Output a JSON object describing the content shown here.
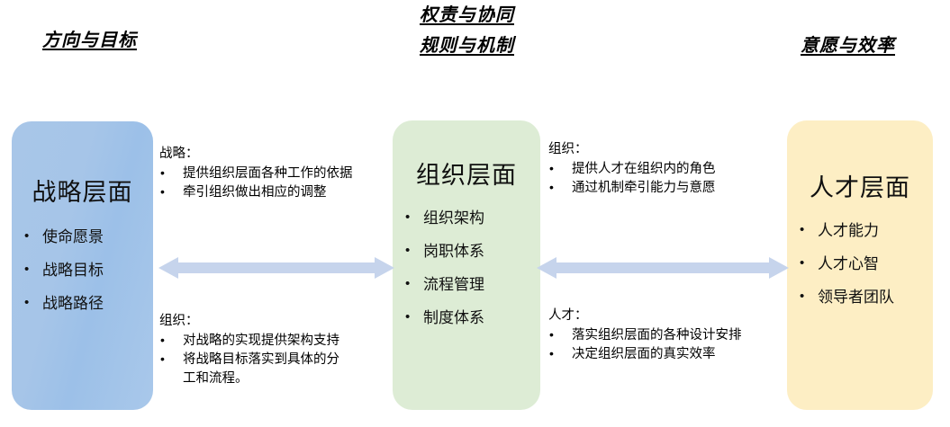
{
  "headers": {
    "left": "方向与目标",
    "middle": [
      "权责与协同",
      "规则与机制"
    ],
    "right": "意愿与效率"
  },
  "pillars": {
    "strategy": {
      "title": "战略层面",
      "color": "#a8c6e8",
      "items": [
        "使命愿景",
        "战略目标",
        "战略路径"
      ]
    },
    "organization": {
      "title": "组织层面",
      "color": "#ddecd5",
      "items": [
        "组织架构",
        "岗职体系",
        "流程管理",
        "制度体系"
      ]
    },
    "talent": {
      "title": "人才层面",
      "color": "#fdeec4",
      "items": [
        "人才能力",
        "人才心智",
        "领导者团队"
      ]
    }
  },
  "notes": {
    "strategy_top": {
      "heading": "战略：",
      "bullets": [
        {
          "line1": "提供组织层面各种工作的依据",
          "line2": ""
        },
        {
          "line1": "牵引组织做出相应的调整",
          "line2": ""
        }
      ]
    },
    "organization_bottom": {
      "heading": "组织：",
      "bullets": [
        {
          "line1": "对战略的实现提供架构支持",
          "line2": ""
        },
        {
          "line1": "将战略目标落实到具体的分",
          "line2": "工和流程。"
        }
      ]
    },
    "organization_top": {
      "heading": "组织：",
      "bullets": [
        {
          "line1": "提供人才在组织内的角色",
          "line2": ""
        },
        {
          "line1": "通过机制牵引能力与意愿",
          "line2": ""
        }
      ]
    },
    "talent_bottom": {
      "heading": "人才：",
      "bullets": [
        {
          "line1": "落实组织层面的各种设计安排",
          "line2": ""
        },
        {
          "line1": "决定组织层面的真实效率",
          "line2": ""
        }
      ]
    }
  },
  "arrows": {
    "color": "#c6d4ec",
    "left_middle": "double-headed-arrow",
    "middle_right": "double-headed-arrow"
  }
}
